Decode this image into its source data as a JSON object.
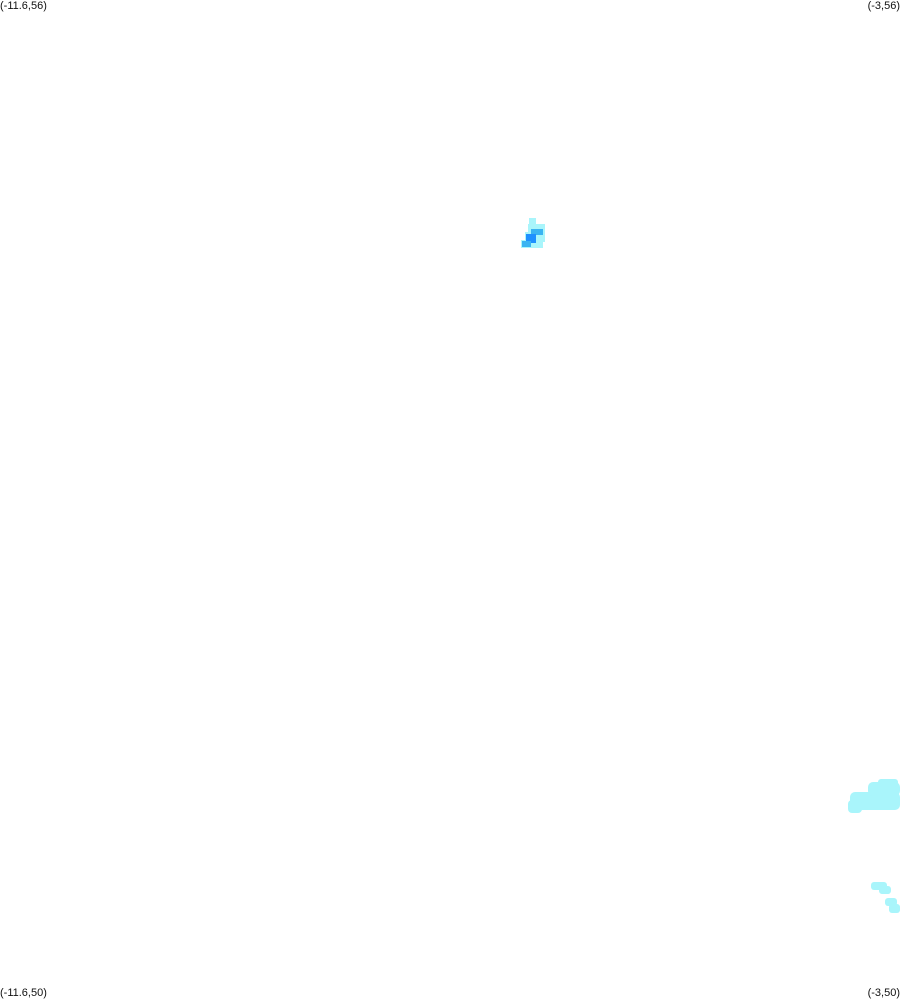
{
  "map": {
    "corners": {
      "top_left": "(-11.6,56)",
      "top_right": "(-3,56)",
      "bottom_left": "(-11.6,50)",
      "bottom_right": "(-3,50)"
    },
    "colors": {
      "background": "#ffffff",
      "light_cyan": "#a9f5fb",
      "mid_blue": "#3ab4f2",
      "deep_blue": "#1e90ff"
    }
  }
}
